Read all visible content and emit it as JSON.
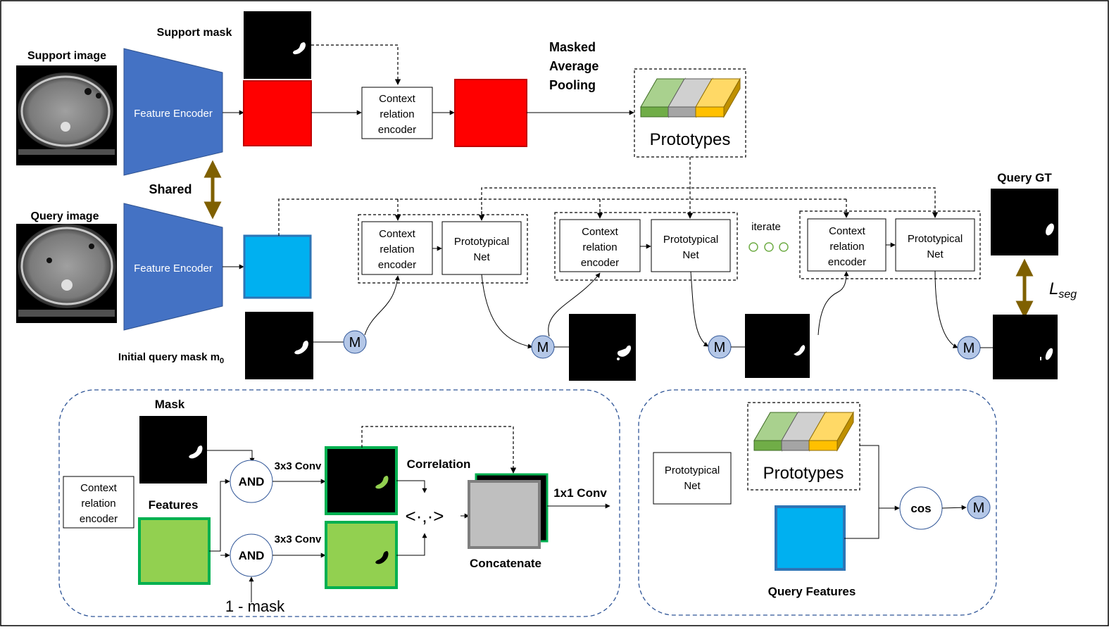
{
  "labels": {
    "support_mask": "Support mask",
    "support_image": "Support image",
    "query_image": "Query image",
    "shared": "Shared",
    "masked_avg": [
      "Masked",
      "Average",
      "Pooling"
    ],
    "query_gt": "Query GT",
    "initial_query_mask": "Initial query mask m",
    "initial_query_mask_sub": "0",
    "iterate": "iterate",
    "l_seg": "L",
    "l_seg_sub": "seg",
    "feature_encoder": "Feature Encoder",
    "prototypes": "Prototypes",
    "context_relation_encoder": [
      "Context",
      "relation",
      "encoder"
    ],
    "prototypical_net": [
      "Prototypical",
      "Net"
    ],
    "m": "M"
  },
  "detail_left": {
    "mask": "Mask",
    "features": "Features",
    "and": "AND",
    "conv3": "3x3 Conv",
    "correlation": "Correlation",
    "corr_symbol": "<·,·>",
    "conv1": "1x1 Conv",
    "concatenate": "Concatenate",
    "one_minus_mask": "1 - mask",
    "context_relation_encoder": [
      "Context",
      "relation",
      "encoder"
    ]
  },
  "detail_right": {
    "prototypical_net": [
      "Prototypical",
      "Net"
    ],
    "prototypes": "Prototypes",
    "cos": "cos",
    "m": "M",
    "query_features": "Query Features"
  },
  "colors": {
    "encoder": "#4472c4",
    "support_feature": "#ff0000",
    "query_feature": "#00b0f0",
    "green_feature": "#92d050",
    "green_border": "#00b050",
    "m_circle": "#b4c7e7",
    "shared_arrow": "#7f6000",
    "proto_green": "#70ad47",
    "proto_gray": "#a5a5a5",
    "proto_yellow": "#ffc000",
    "panel_border": "#2f5597"
  }
}
